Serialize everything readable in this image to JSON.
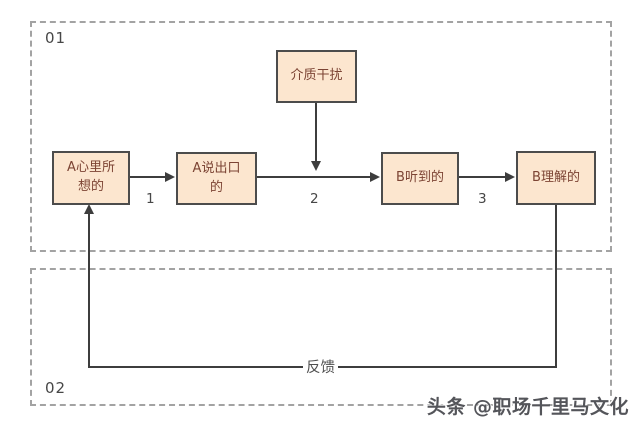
{
  "diagram": {
    "frames": {
      "f01": {
        "label": "01"
      },
      "f02": {
        "label": "02"
      }
    },
    "nodes": {
      "a_thinks": {
        "label": "A心里所想的"
      },
      "a_says": {
        "label": "A说出口的"
      },
      "medium": {
        "label": "介质干扰"
      },
      "b_hears": {
        "label": "B听到的"
      },
      "b_understands": {
        "label": "B理解的"
      }
    },
    "edge_labels": {
      "step1": "1",
      "step2": "2",
      "step3": "3",
      "feedback": "反馈"
    }
  },
  "watermark": {
    "text": "头条 @职场千里马文化"
  },
  "colors": {
    "node_fill": "#fce6cf",
    "node_border": "#4c4c4c",
    "node_text": "#7c4434",
    "line": "#3d3d3d",
    "frame_border": "#a3a3a3",
    "label_text": "#474747",
    "watermark_text": "#54555a"
  }
}
